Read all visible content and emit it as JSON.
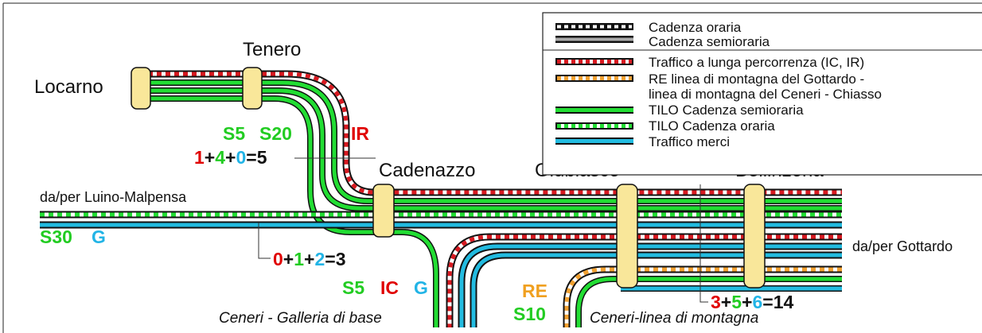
{
  "stations": {
    "locarno": "Locarno",
    "tenero": "Tenero",
    "cadenazzo": "Cadenazzo",
    "giubiasco": "Giubiasco",
    "bellinzona": "Bellinzona"
  },
  "labels": {
    "luino": "da/per Luino-Malpensa",
    "gottardo": "da/per Gottardo",
    "ceneri_base": "Ceneri - Galleria di base",
    "ceneri_montagna": "Ceneri-linea di montagna"
  },
  "services": {
    "tenero_s5": "S5",
    "tenero_s20": "S20",
    "tenero_ir": "IR",
    "luino_s30": "S30",
    "luino_g": "G",
    "base_s5": "S5",
    "base_ic": "IC",
    "base_g": "G",
    "mont_re": "RE",
    "mont_s10": "S10"
  },
  "counts": {
    "tenero": {
      "a": "1",
      "p1": "+",
      "b": "4",
      "p2": "+",
      "c": "0",
      "eq": "=5"
    },
    "luino": {
      "a": "0",
      "p1": "+",
      "b": "1",
      "p2": "+",
      "c": "2",
      "eq": "=3"
    },
    "bellinzona": {
      "a": "3",
      "p1": "+",
      "b": "5",
      "p2": "+",
      "c": "6",
      "eq": "=14"
    }
  },
  "legend": {
    "items": [
      "Cadenza oraria",
      "Cadenza semioraria",
      "Traffico a lunga percorrenza (IC, IR)",
      "RE linea di montagna del Gottardo -",
      "linea di montagna del Ceneri - Chiasso",
      "TILO Cadenza semioraria",
      "TILO Cadenza oraria",
      "Traffico merci"
    ]
  },
  "colors": {
    "long_distance": "#d71920",
    "re": "#f0a030",
    "tilo": "#22dd33",
    "freight": "#22bbe0",
    "station": "#f9e79a",
    "red_text": "#e00000",
    "green_text": "#22cc22",
    "blue_text": "#22b4e6",
    "orange_text": "#f0a020"
  }
}
